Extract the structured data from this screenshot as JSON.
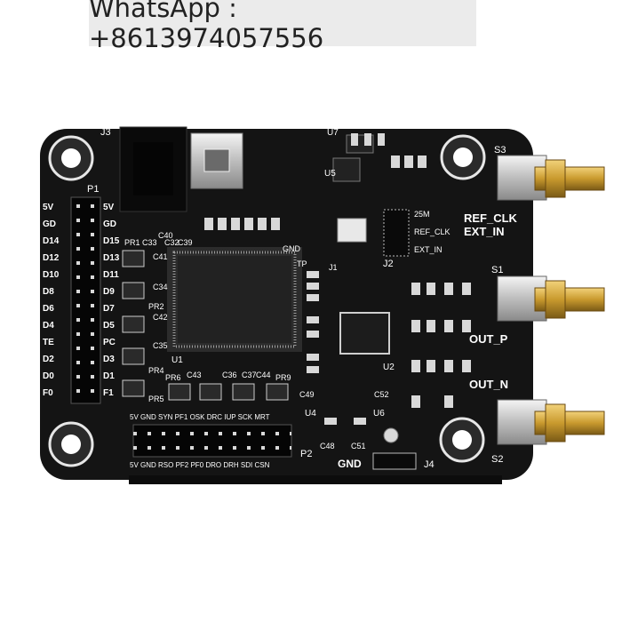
{
  "watermark": {
    "text": "WhatsApp : +8613974057556"
  },
  "colors": {
    "board": "#141414",
    "silk": "#ffffff",
    "gold": "#c99a2e",
    "chip": "#202020"
  },
  "board": {
    "ref_clk_label": "REF_CLK",
    "ext_in_label": "EXT_IN",
    "out_p_label": "OUT_P",
    "out_n_label": "OUT_N",
    "gnd_label": "GND",
    "connector_j3": "J3",
    "connector_s1": "S1",
    "connector_s2": "S2",
    "connector_s3": "S3",
    "header_p1": "P1",
    "header_p2": "P2",
    "jumper_j2": "J2",
    "jumper_j4": "J4",
    "option_25m": "25M",
    "option_ref_clk": "REF_CLK",
    "option_ext_in": "EXT_IN",
    "p1_left_pins": [
      "5V",
      "GD",
      "D14",
      "D12",
      "D10",
      "D8",
      "D6",
      "D4",
      "TE",
      "D2",
      "D0",
      "F0"
    ],
    "p1_right_pins": [
      "5V",
      "GD",
      "D15",
      "D13",
      "D11",
      "D9",
      "D7",
      "D5",
      "PC",
      "D3",
      "D1",
      "F1"
    ],
    "p2_top_pins": "5V GND SYN PF1 OSK DRC IUP SCK MRT",
    "p2_bottom_pins": "5V GND RSO PF2 PF0 DRO DRH SDI CSN",
    "chip_u1": "U1",
    "chip_u2": "U2",
    "chip_u4": "U4",
    "chip_u5": "U5",
    "chip_u6": "U6",
    "chip_u7": "U7",
    "pr_labels": [
      "PR1",
      "PR2",
      "PR4",
      "PR5",
      "PR6",
      "PR9"
    ],
    "misc_labels": [
      "TP",
      "GND",
      "J1",
      "C41",
      "C34",
      "C42",
      "C35",
      "C43",
      "C44",
      "C49",
      "C52",
      "C48",
      "C51",
      "C36",
      "C37",
      "C33",
      "C32",
      "C39",
      "C40"
    ]
  }
}
